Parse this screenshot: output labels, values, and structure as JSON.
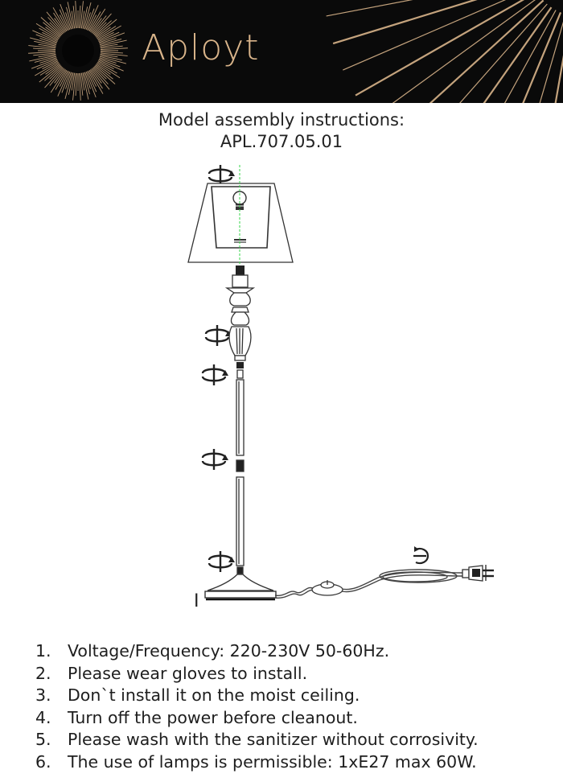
{
  "header": {
    "brand": "Aployt",
    "logo_icon": "sunburst-logo-icon",
    "colors": {
      "background": "#0a0a0a",
      "accent": "#d9b48a"
    }
  },
  "title": {
    "line1": "Model assembly instructions:",
    "line2": "APL.707.05.01"
  },
  "diagram": {
    "icons": [
      "rotate-arrow-icon",
      "bulb-icon",
      "plug-icon",
      "foot-switch-icon"
    ],
    "base_marker": "I"
  },
  "instructions": [
    {
      "num": "1.",
      "text": "Voltage/Frequency: 220-230V 50-60Hz."
    },
    {
      "num": "2.",
      "text": "Please wear gloves to install."
    },
    {
      "num": "3.",
      "text": "Don`t install it on the moist ceiling."
    },
    {
      "num": "4.",
      "text": "Turn off the power before cleanout."
    },
    {
      "num": "5.",
      "text": "Please wash with the sanitizer without corrosivity."
    },
    {
      "num": "6.",
      "text": "The use of lamps is permissible: 1xE27 max 60W."
    }
  ]
}
